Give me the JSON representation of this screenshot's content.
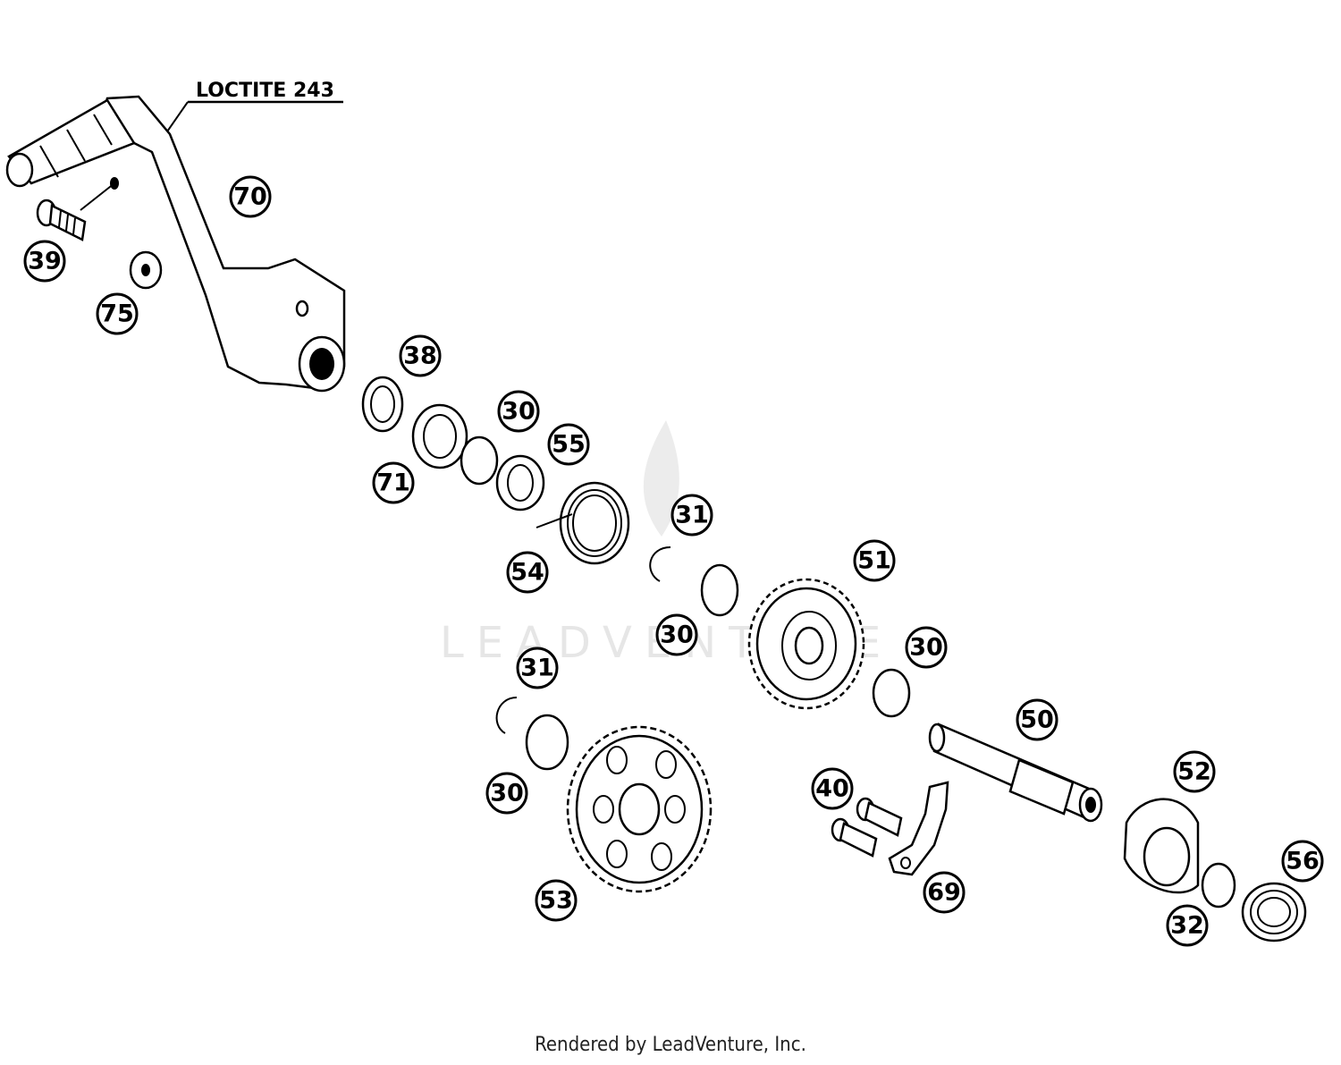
{
  "diagram": {
    "annotation": "LOCTITE 243",
    "watermark": "LEADVENTURE",
    "callouts": [
      {
        "id": "70",
        "label": "70"
      },
      {
        "id": "39",
        "label": "39"
      },
      {
        "id": "75",
        "label": "75"
      },
      {
        "id": "38",
        "label": "38"
      },
      {
        "id": "71",
        "label": "71"
      },
      {
        "id": "30a",
        "label": "30"
      },
      {
        "id": "55",
        "label": "55"
      },
      {
        "id": "54",
        "label": "54"
      },
      {
        "id": "31a",
        "label": "31"
      },
      {
        "id": "30b",
        "label": "30"
      },
      {
        "id": "51",
        "label": "51"
      },
      {
        "id": "30c",
        "label": "30"
      },
      {
        "id": "31b",
        "label": "31"
      },
      {
        "id": "30d",
        "label": "30"
      },
      {
        "id": "50",
        "label": "50"
      },
      {
        "id": "40",
        "label": "40"
      },
      {
        "id": "52",
        "label": "52"
      },
      {
        "id": "53",
        "label": "53"
      },
      {
        "id": "69",
        "label": "69"
      },
      {
        "id": "56",
        "label": "56"
      },
      {
        "id": "32",
        "label": "32"
      }
    ]
  },
  "footer": {
    "credit": "Rendered by LeadVenture, Inc."
  }
}
